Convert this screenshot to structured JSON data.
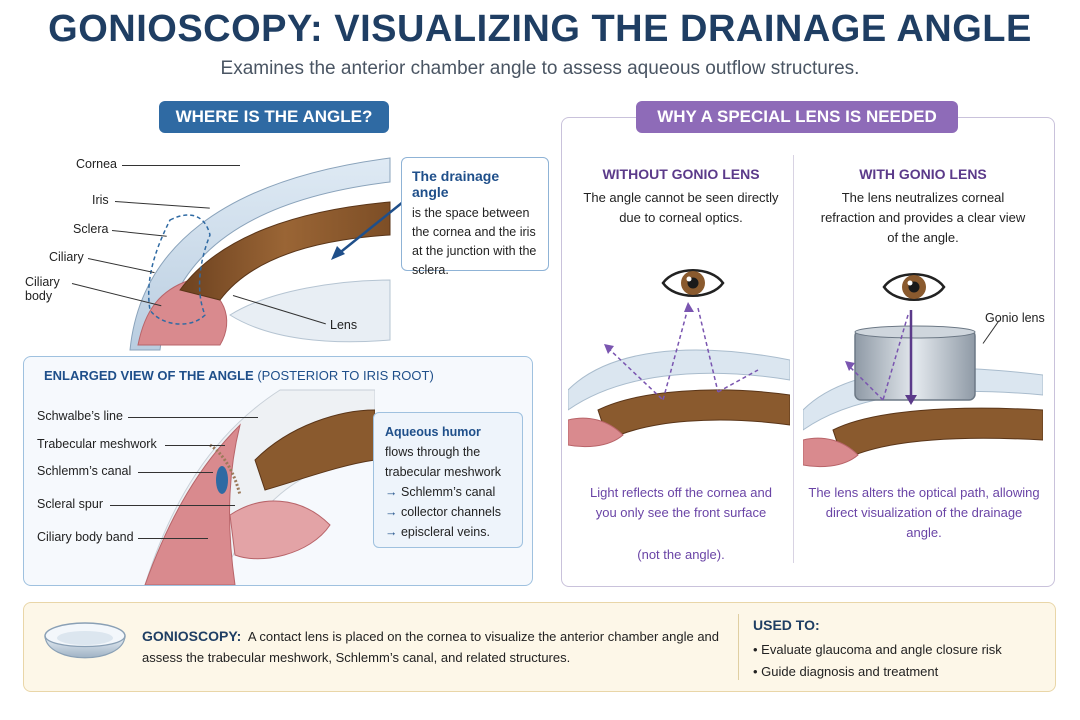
{
  "header": {
    "title": "GONIOSCOPY: VISUALIZING THE DRAINAGE ANGLE",
    "subtitle": "Examines the anterior chamber angle to assess aqueous outflow structures."
  },
  "left_section": {
    "heading": "WHERE IS THE ANGLE?",
    "labels": {
      "cornea": "Cornea",
      "iris": "Iris",
      "sclera": "Sclera",
      "ciliary": "Ciliary",
      "ciliary_body": "Ciliary body",
      "lens": "Lens"
    },
    "callout": {
      "heading": "The drainage angle",
      "body": "is the space between the cornea and the iris at the junction with the sclera."
    }
  },
  "enlarged_view": {
    "title_bold": "ENLARGED VIEW OF THE ANGLE",
    "title_rest": "(POSTERIOR TO IRIS ROOT)",
    "labels": {
      "schwalbe": "Schwalbe’s line",
      "trabecular": "Trabecular meshwork",
      "schlemm": "Schlemm’s canal",
      "scleral_spur": "Scleral spur",
      "ciliary_band": "Ciliary body band"
    },
    "aqueous": {
      "heading": "Aqueous humor",
      "line1": "flows through the",
      "line2": "trabecular meshwork",
      "step1": "Schlemm’s canal",
      "step2": "collector channels",
      "step3": "episcleral veins."
    }
  },
  "right_section": {
    "heading": "WHY A SPECIAL LENS IS NEEDED",
    "without": {
      "heading": "WITHOUT GONIO LENS",
      "body": "The angle cannot be seen directly due to corneal optics.",
      "footer_main": "Light reflects off the cornea and you only see the front surface",
      "footer_paren": "(not the angle)."
    },
    "with": {
      "heading": "WITH GONIO LENS",
      "body": "The lens neutralizes corneal refraction and provides a clear view of the angle.",
      "lens_label": "Gonio lens",
      "footer": "The lens alters the optical path, allowing direct visualization of the drainage angle."
    }
  },
  "bottom": {
    "term": "GONIOSCOPY:",
    "description": "A contact lens is placed on the cornea to visualize the anterior chamber angle and assess the trabecular meshwork, Schlemm’s canal, and related structures.",
    "used_heading": "USED TO:",
    "used_items": [
      "Evaluate glaucoma and angle closure risk",
      "Guide diagnosis and treatment"
    ]
  },
  "colors": {
    "title_navy": "#1f3e63",
    "accent_blue": "#2f6aa3",
    "accent_purple": "#8e6bb8",
    "iris_brown": "#8a5a2e",
    "tissue_pink": "#d98a8e",
    "callout_bg": "#fdf7e8"
  },
  "icons": {
    "eye": "eye-icon",
    "gonio_lens": "gonio-lens-icon",
    "drainage_arrow": "arrow-icon"
  }
}
